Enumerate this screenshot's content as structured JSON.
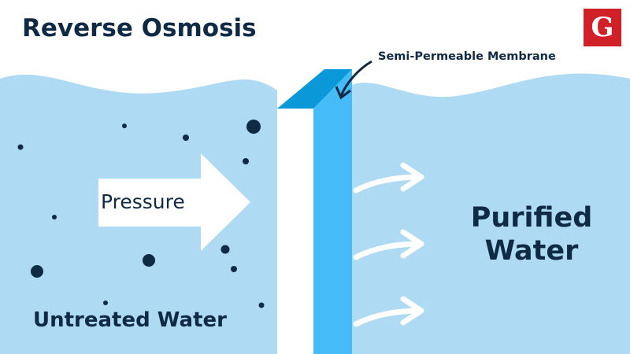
{
  "title": "Reverse Osmosis",
  "membrane_label": "Semi-Permeable Membrane",
  "pressure_label": "Pressure",
  "untreated_label": "Untreated Water",
  "purified_label_line1": "Purified",
  "purified_label_line2": "Water",
  "logo_letter": "G",
  "colors": {
    "water": "#aedaf3",
    "navy": "#0f2a44",
    "membrane_side": "#45bbf7",
    "membrane_top": "#0b98d8",
    "logo": "#d12027"
  }
}
